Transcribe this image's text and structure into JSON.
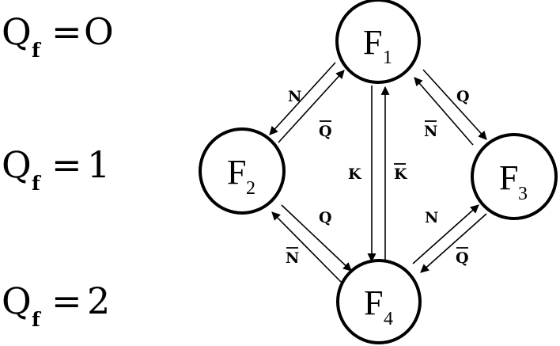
{
  "charge_levels": [
    {
      "symbol": "Q",
      "subscript": "f",
      "relation": "=",
      "value": "O"
    },
    {
      "symbol": "Q",
      "subscript": "f",
      "relation": "=",
      "value": "1"
    },
    {
      "symbol": "Q",
      "subscript": "f",
      "relation": "=",
      "value": "2"
    }
  ],
  "nodes": [
    {
      "id": "F1",
      "letter": "F",
      "subscript": "1"
    },
    {
      "id": "F2",
      "letter": "F",
      "subscript": "2"
    },
    {
      "id": "F3",
      "letter": "F",
      "subscript": "3"
    },
    {
      "id": "F4",
      "letter": "F",
      "subscript": "4"
    }
  ],
  "edges": [
    {
      "from": "F1",
      "to": "F2",
      "label": "N",
      "overbar": false
    },
    {
      "from": "F2",
      "to": "F1",
      "label": "Q",
      "overbar": true
    },
    {
      "from": "F1",
      "to": "F3",
      "label": "Q",
      "overbar": false
    },
    {
      "from": "F3",
      "to": "F1",
      "label": "N",
      "overbar": true
    },
    {
      "from": "F1",
      "to": "F4",
      "label": "K",
      "overbar": false
    },
    {
      "from": "F4",
      "to": "F1",
      "label": "K",
      "overbar": true
    },
    {
      "from": "F2",
      "to": "F4",
      "label": "Q",
      "overbar": false
    },
    {
      "from": "F4",
      "to": "F2",
      "label": "N",
      "overbar": true
    },
    {
      "from": "F4",
      "to": "F3",
      "label": "N",
      "overbar": false
    },
    {
      "from": "F3",
      "to": "F4",
      "label": "Q",
      "overbar": true
    }
  ]
}
